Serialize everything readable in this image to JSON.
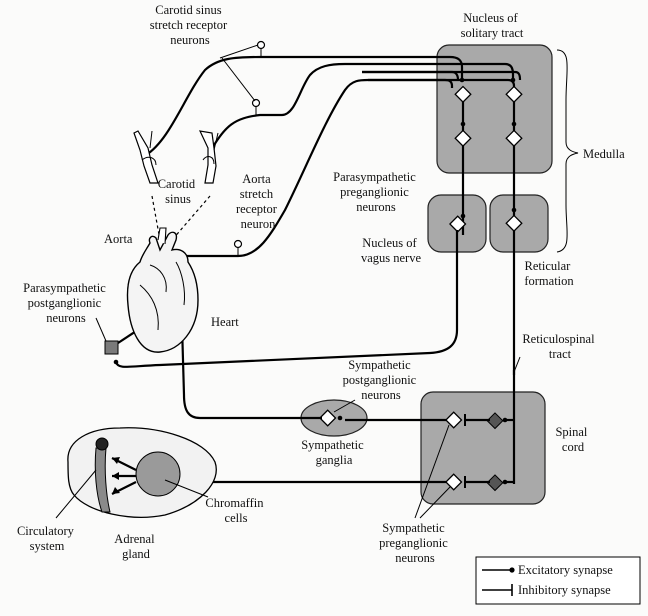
{
  "labels": {
    "carotid_receptor": [
      "Carotid sinus",
      "stretch receptor",
      "neurons"
    ],
    "nucleus_solitary": [
      "Nucleus of",
      "solitary tract"
    ],
    "medulla": "Medulla",
    "parasym_pre": [
      "Parasympathetic",
      "preganglionic",
      "neurons"
    ],
    "carotid_sinus": [
      "Carotid",
      "sinus"
    ],
    "aorta_receptor": [
      "Aorta",
      "stretch",
      "receptor",
      "neuron"
    ],
    "aorta": "Aorta",
    "nucleus_vagus": [
      "Nucleus of",
      "vagus nerve"
    ],
    "reticular": [
      "Reticular",
      "formation"
    ],
    "parasym_post": [
      "Parasympathetic",
      "postganglionic",
      "neurons"
    ],
    "heart": "Heart",
    "reticulospinal": [
      "Reticulospinal",
      "tract"
    ],
    "sym_post": [
      "Sympathetic",
      "postganglionic",
      "neurons"
    ],
    "sym_ganglia": [
      "Sympathetic",
      "ganglia"
    ],
    "spinal_cord": [
      "Spinal",
      "cord"
    ],
    "chromaffin": [
      "Chromaffin",
      "cells"
    ],
    "circulatory": [
      "Circulatory",
      "system"
    ],
    "adrenal": [
      "Adrenal",
      "gland"
    ],
    "sym_pre": [
      "Sympathetic",
      "preganglionic",
      "neurons"
    ]
  },
  "legend": {
    "excitatory": "Excitatory synapse",
    "inhibitory": "Inhibitory synapse"
  }
}
